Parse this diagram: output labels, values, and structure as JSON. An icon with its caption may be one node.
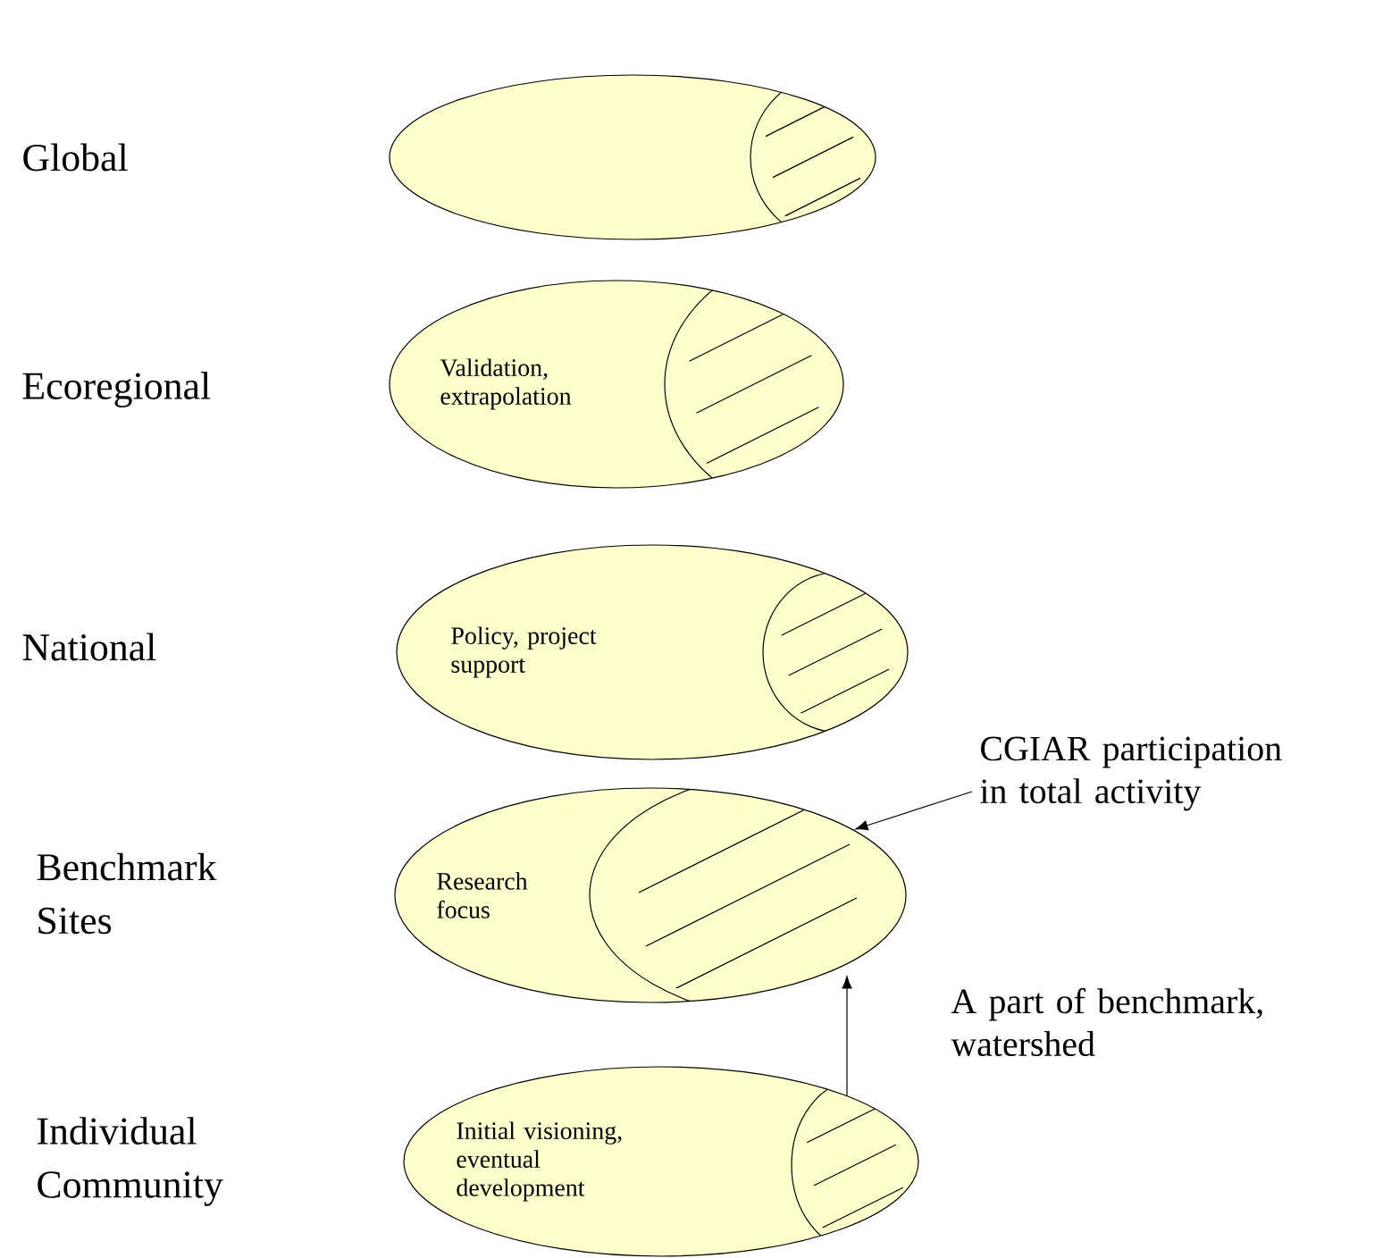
{
  "diagram": {
    "nodes": [
      {
        "text": [],
        "shape": "ellipse"
      },
      {
        "text": [
          "Validation, extrapolation"
        ]
      },
      {
        "text": [
          "Policy, project support"
        ]
      },
      {
        "text": [
          "Research focus"
        ]
      },
      {
        "text": [
          "Initial visioning, eventual development"
        ]
      },
      {
        "text": [
          "CGIAR participation in total activity"
        ]
      }
    ],
    "edges": [
      {
        "from": 5,
        "to": 3,
        "arrow": "to"
      },
      {
        "from": 4,
        "to": 3,
        "arrow": "to",
        "label": "A part of benchmark, watershed"
      }
    ],
    "labels": [
      "Global",
      "Ecoregional",
      "National",
      "Benchmark Sites",
      "Individual Community"
    ]
  }
}
